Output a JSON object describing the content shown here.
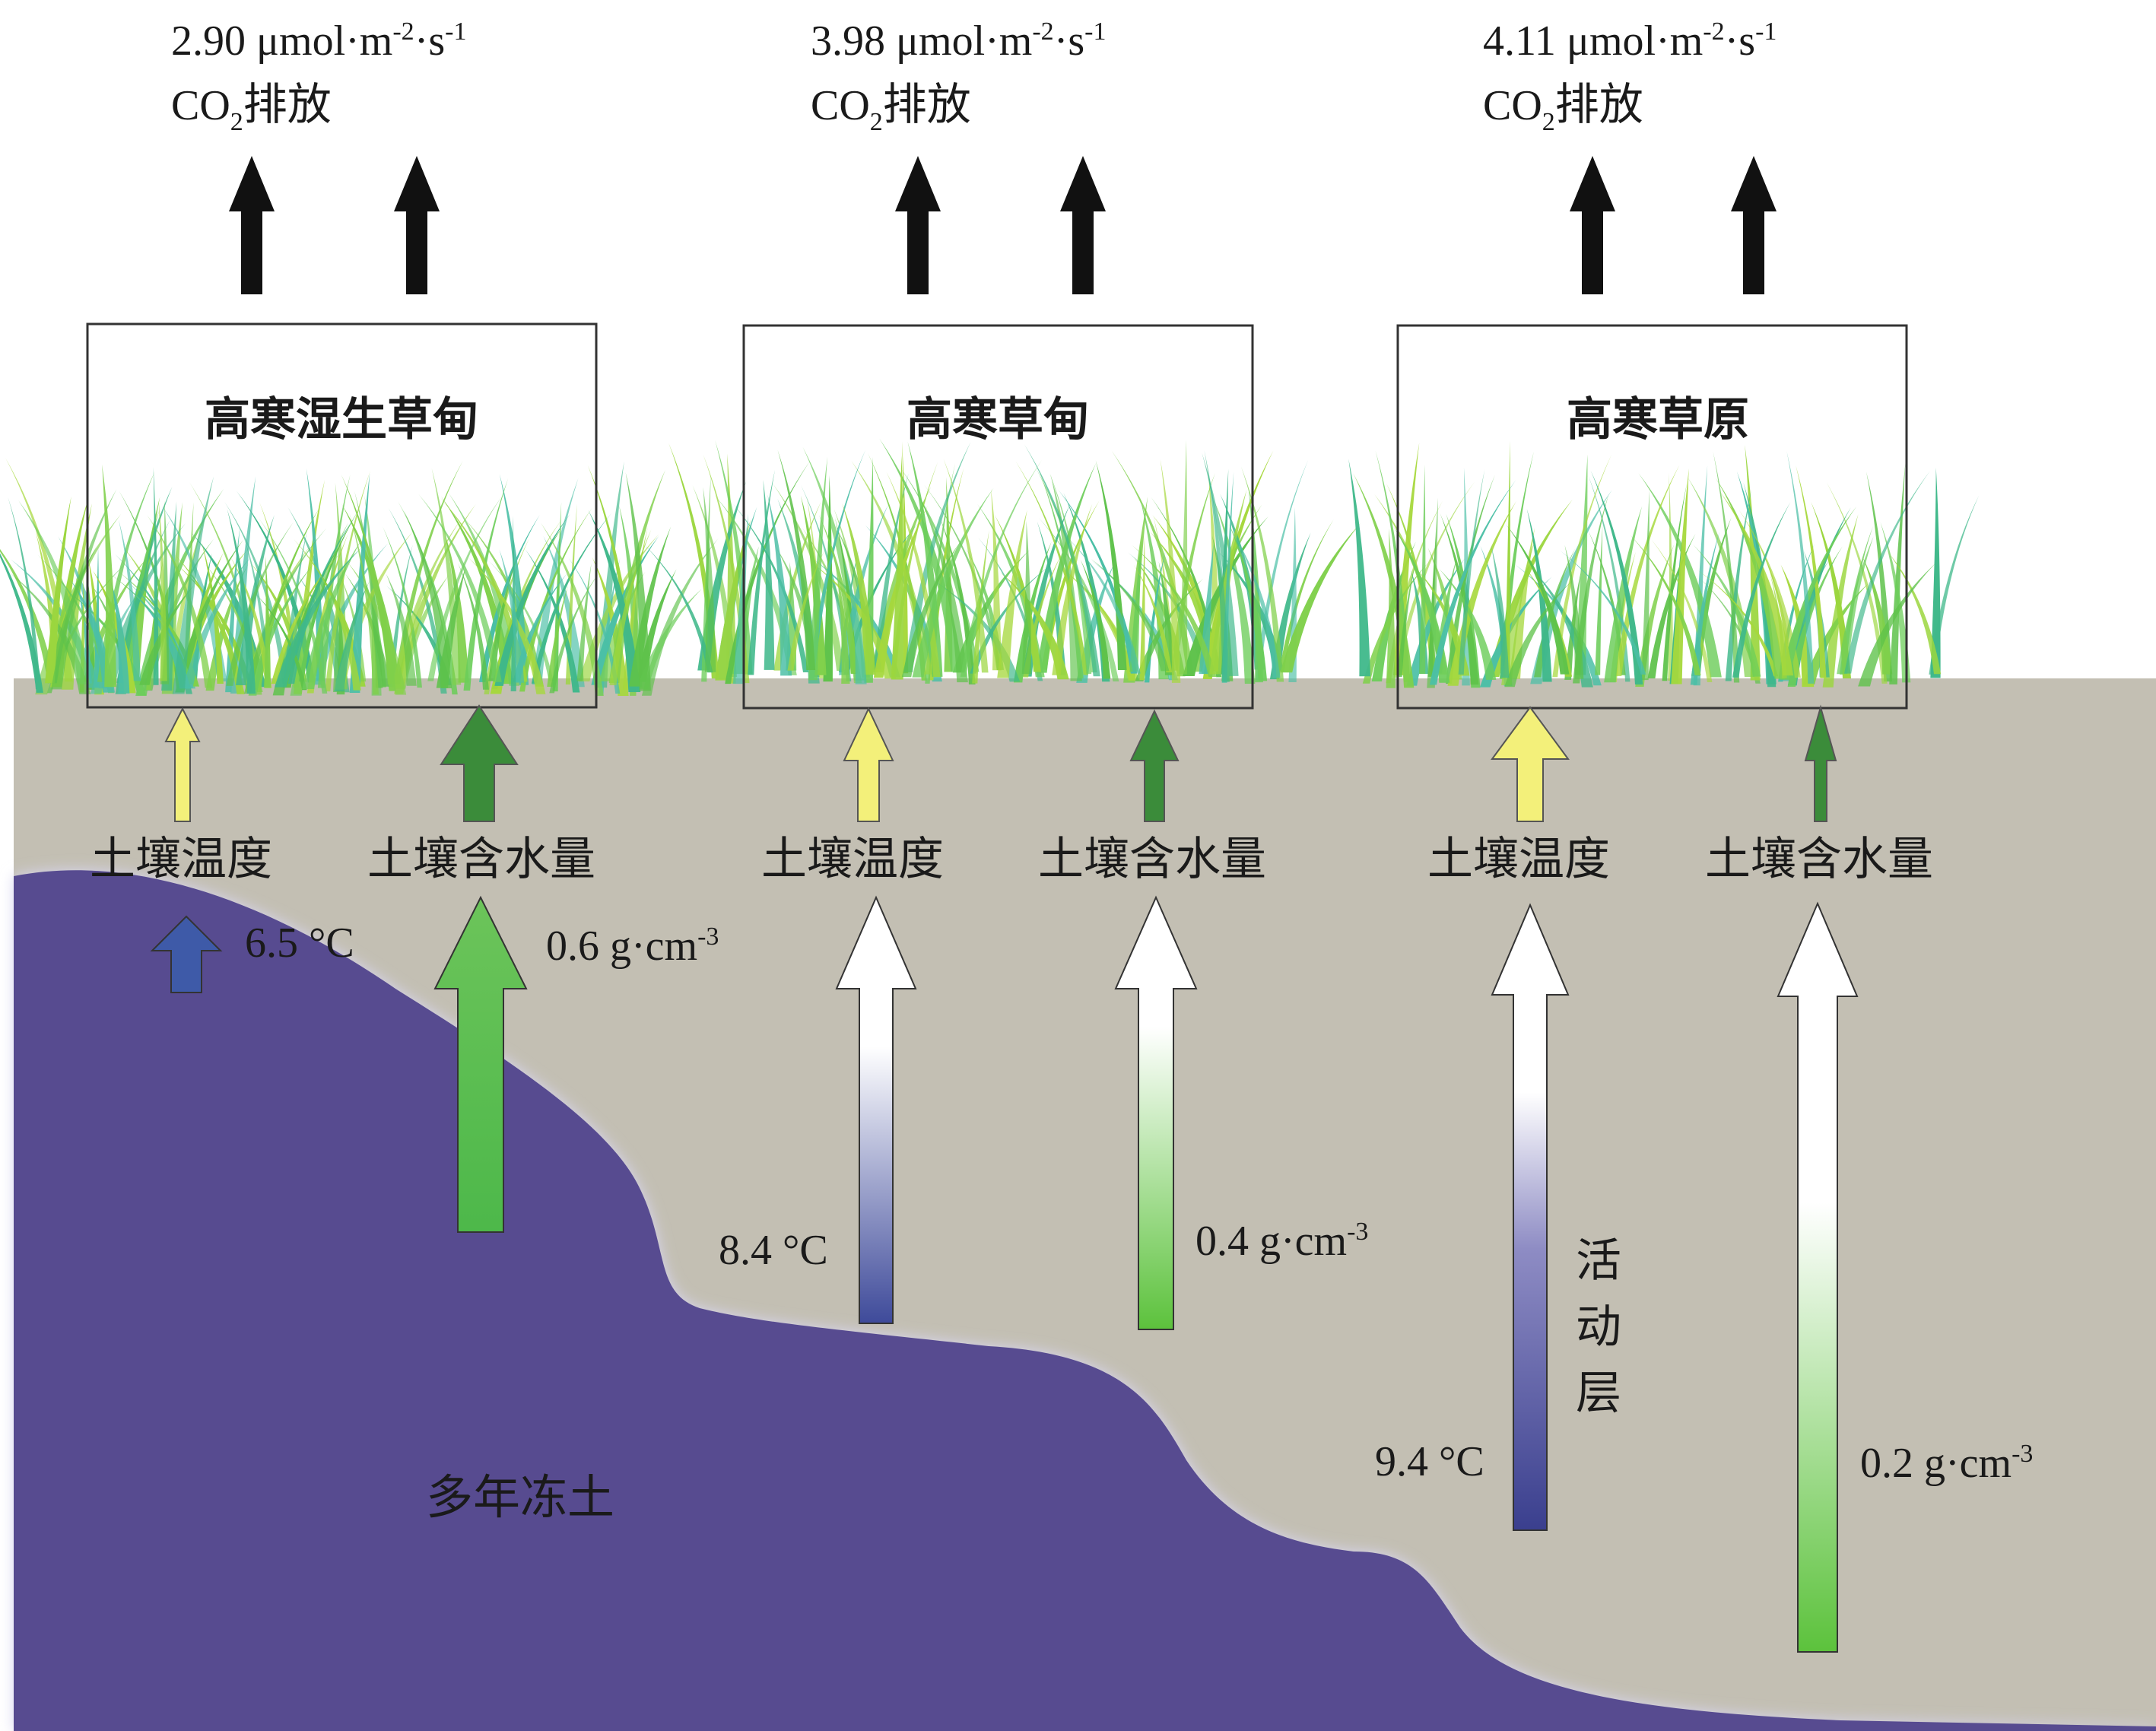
{
  "columns": [
    {
      "emission_value": "2.90",
      "emission_unit_base": "μmol·m",
      "emission_exp1": "-2",
      "emission_mid": "·s",
      "emission_exp2": "-1",
      "co2_prefix": "CO",
      "co2_sub": "2",
      "co2_suffix": "排放",
      "vegetation_type": "高寒湿生草甸",
      "temperature_label": "土壤温度",
      "moisture_label": "土壤含水量",
      "temperature_value": "6.5 °C",
      "moisture_value": "0.6 g·cm",
      "moisture_exp": "-3"
    },
    {
      "emission_value": "3.98",
      "emission_unit_base": "μmol·m",
      "emission_exp1": "-2",
      "emission_mid": "·s",
      "emission_exp2": "-1",
      "co2_prefix": "CO",
      "co2_sub": "2",
      "co2_suffix": "排放",
      "vegetation_type": "高寒草甸",
      "temperature_label": "土壤温度",
      "moisture_label": "土壤含水量",
      "temperature_value": "8.4 °C",
      "moisture_value": "0.4 g·cm",
      "moisture_exp": "-3"
    },
    {
      "emission_value": "4.11",
      "emission_unit_base": "μmol·m",
      "emission_exp1": "-2",
      "emission_mid": "·s",
      "emission_exp2": "-1",
      "co2_prefix": "CO",
      "co2_sub": "2",
      "co2_suffix": "排放",
      "vegetation_type": "高寒草原",
      "temperature_label": "土壤温度",
      "moisture_label": "土壤含水量",
      "temperature_value": "9.4 °C",
      "moisture_value": "0.2 g·cm",
      "moisture_exp": "-3"
    }
  ],
  "active_layer_label": [
    "活",
    "动",
    "层"
  ],
  "permafrost_label": "多年冻土",
  "colors": {
    "soil": "#c3bfb3",
    "permafrost": "#574b90",
    "temperature_arrow": "#f3f07a",
    "moisture_arrow": "#3b8c3a",
    "cold_arrow": "#3e4a9a",
    "wet_arrow": "#5cc23c",
    "co2_arrow": "#111111"
  },
  "icons": [
    "upward-arrow",
    "grass-blades"
  ]
}
